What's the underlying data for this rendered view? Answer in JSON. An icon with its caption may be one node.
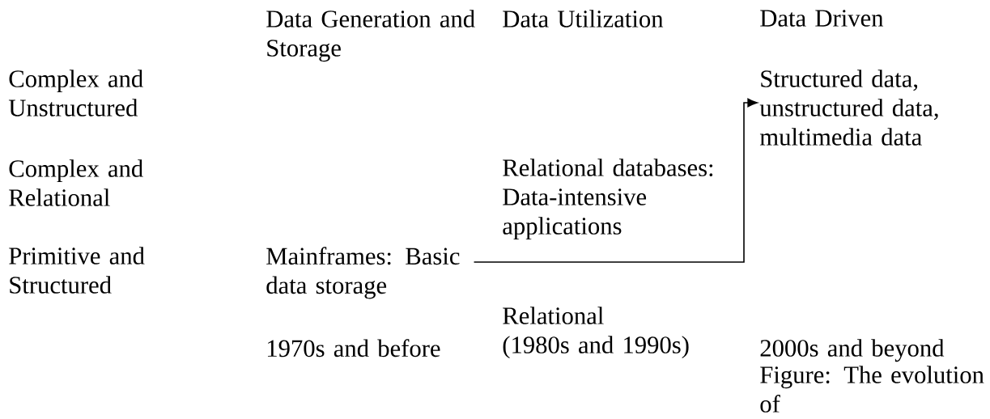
{
  "diagram": {
    "caption": "Figure: The evolution of",
    "nodes": [
      {
        "text": [
          "Mainframes: Basic data storage"
        ]
      },
      {
        "text": [
          "Structured data, unstructured data, multimedia data"
        ]
      }
    ],
    "edges": [
      {
        "from": 0,
        "to": 1,
        "arrow": "to"
      }
    ],
    "labels": [
      "Data Generation and Storage",
      "Data Utilization",
      "Data Driven",
      "Complex and Unstructured",
      "Complex and Relational",
      "Relational databases: Data-intensive applications",
      "Primitive and Structured",
      "Relational",
      "1970s and before",
      "(1980s and 1990s)",
      "2000s and beyond"
    ]
  }
}
